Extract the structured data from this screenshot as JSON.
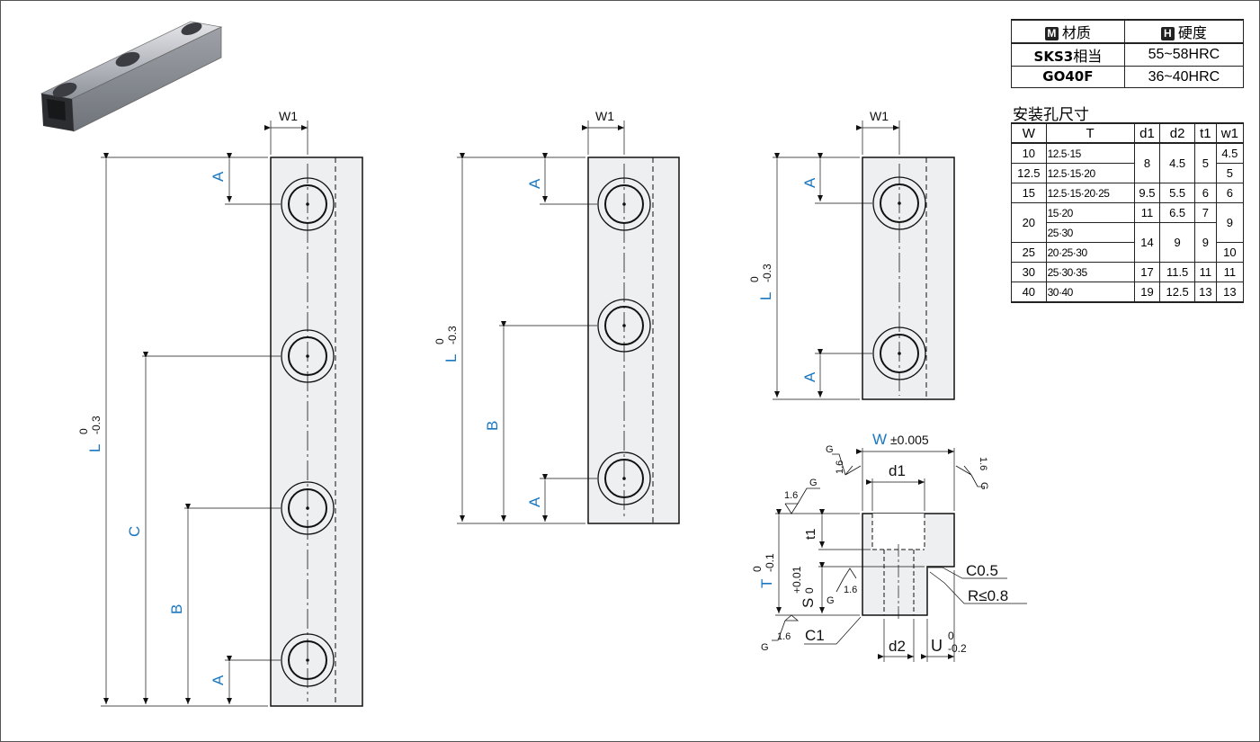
{
  "material_table": {
    "headers": [
      "材质",
      "硬度"
    ],
    "header_badges": [
      "M",
      "H"
    ],
    "rows": [
      {
        "material": "SKS3",
        "material_suffix": "相当",
        "hardness": "55~58HRC"
      },
      {
        "material": "GO40F",
        "material_suffix": "",
        "hardness": "36~40HRC"
      }
    ]
  },
  "hole_table": {
    "title": "安装孔尺寸",
    "headers": [
      "W",
      "T",
      "d1",
      "d2",
      "t1",
      "w1"
    ],
    "rows": [
      [
        "10",
        "12.5·15",
        "8",
        "4.5",
        "5",
        "4.5"
      ],
      [
        "12.5",
        "12.5·15·20",
        "",
        "",
        "",
        "5"
      ],
      [
        "15",
        "12.5·15·20·25",
        "9.5",
        "5.5",
        "6",
        "6"
      ],
      [
        "20",
        "15·20",
        "11",
        "6.5",
        "7",
        "9"
      ],
      [
        "",
        "25·30",
        "14",
        "9",
        "9",
        ""
      ],
      [
        "25",
        "20·25·30",
        "",
        "",
        "",
        "10"
      ],
      [
        "30",
        "25·30·35",
        "17",
        "11.5",
        "11",
        "11"
      ],
      [
        "40",
        "30·40",
        "19",
        "12.5",
        "13",
        "13"
      ]
    ]
  },
  "labels": {
    "w1": "W1",
    "A": "A",
    "B": "B",
    "C": "C",
    "L": "L",
    "tol_upper": "0",
    "tol_lower": "-0.3",
    "W": "W",
    "W_tol": "±0.005",
    "d1": "d1",
    "d2": "d2",
    "t1": "t1",
    "T": "T",
    "T_tol_upper": "0",
    "T_tol_lower": "-0.1",
    "S": "S",
    "S_tol_upper": "+0.01",
    "S_tol_lower": "0",
    "U": "U",
    "U_tol_upper": "0",
    "U_tol_lower": "-0.2",
    "C05": "C0.5",
    "R08": "R≤0.8",
    "C1": "C1",
    "roughness": "1.6",
    "G": "G"
  }
}
